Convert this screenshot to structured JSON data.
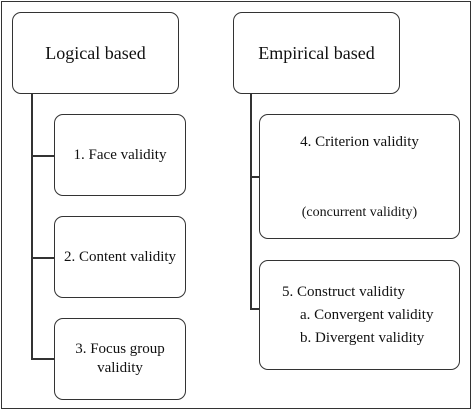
{
  "diagram": {
    "left_column": {
      "header": "Logical based",
      "items": [
        {
          "label": "1. Face validity"
        },
        {
          "label": "2. Content validity"
        },
        {
          "label_line1": "3. Focus group",
          "label_line2": "validity"
        }
      ]
    },
    "right_column": {
      "header": "Empirical based",
      "items": [
        {
          "label": "4. Criterion validity",
          "sublabel": "(concurrent validity)"
        },
        {
          "label": "5. Construct validity",
          "sub_a": "a. Convergent validity",
          "sub_b": "b. Divergent validity"
        }
      ]
    }
  }
}
